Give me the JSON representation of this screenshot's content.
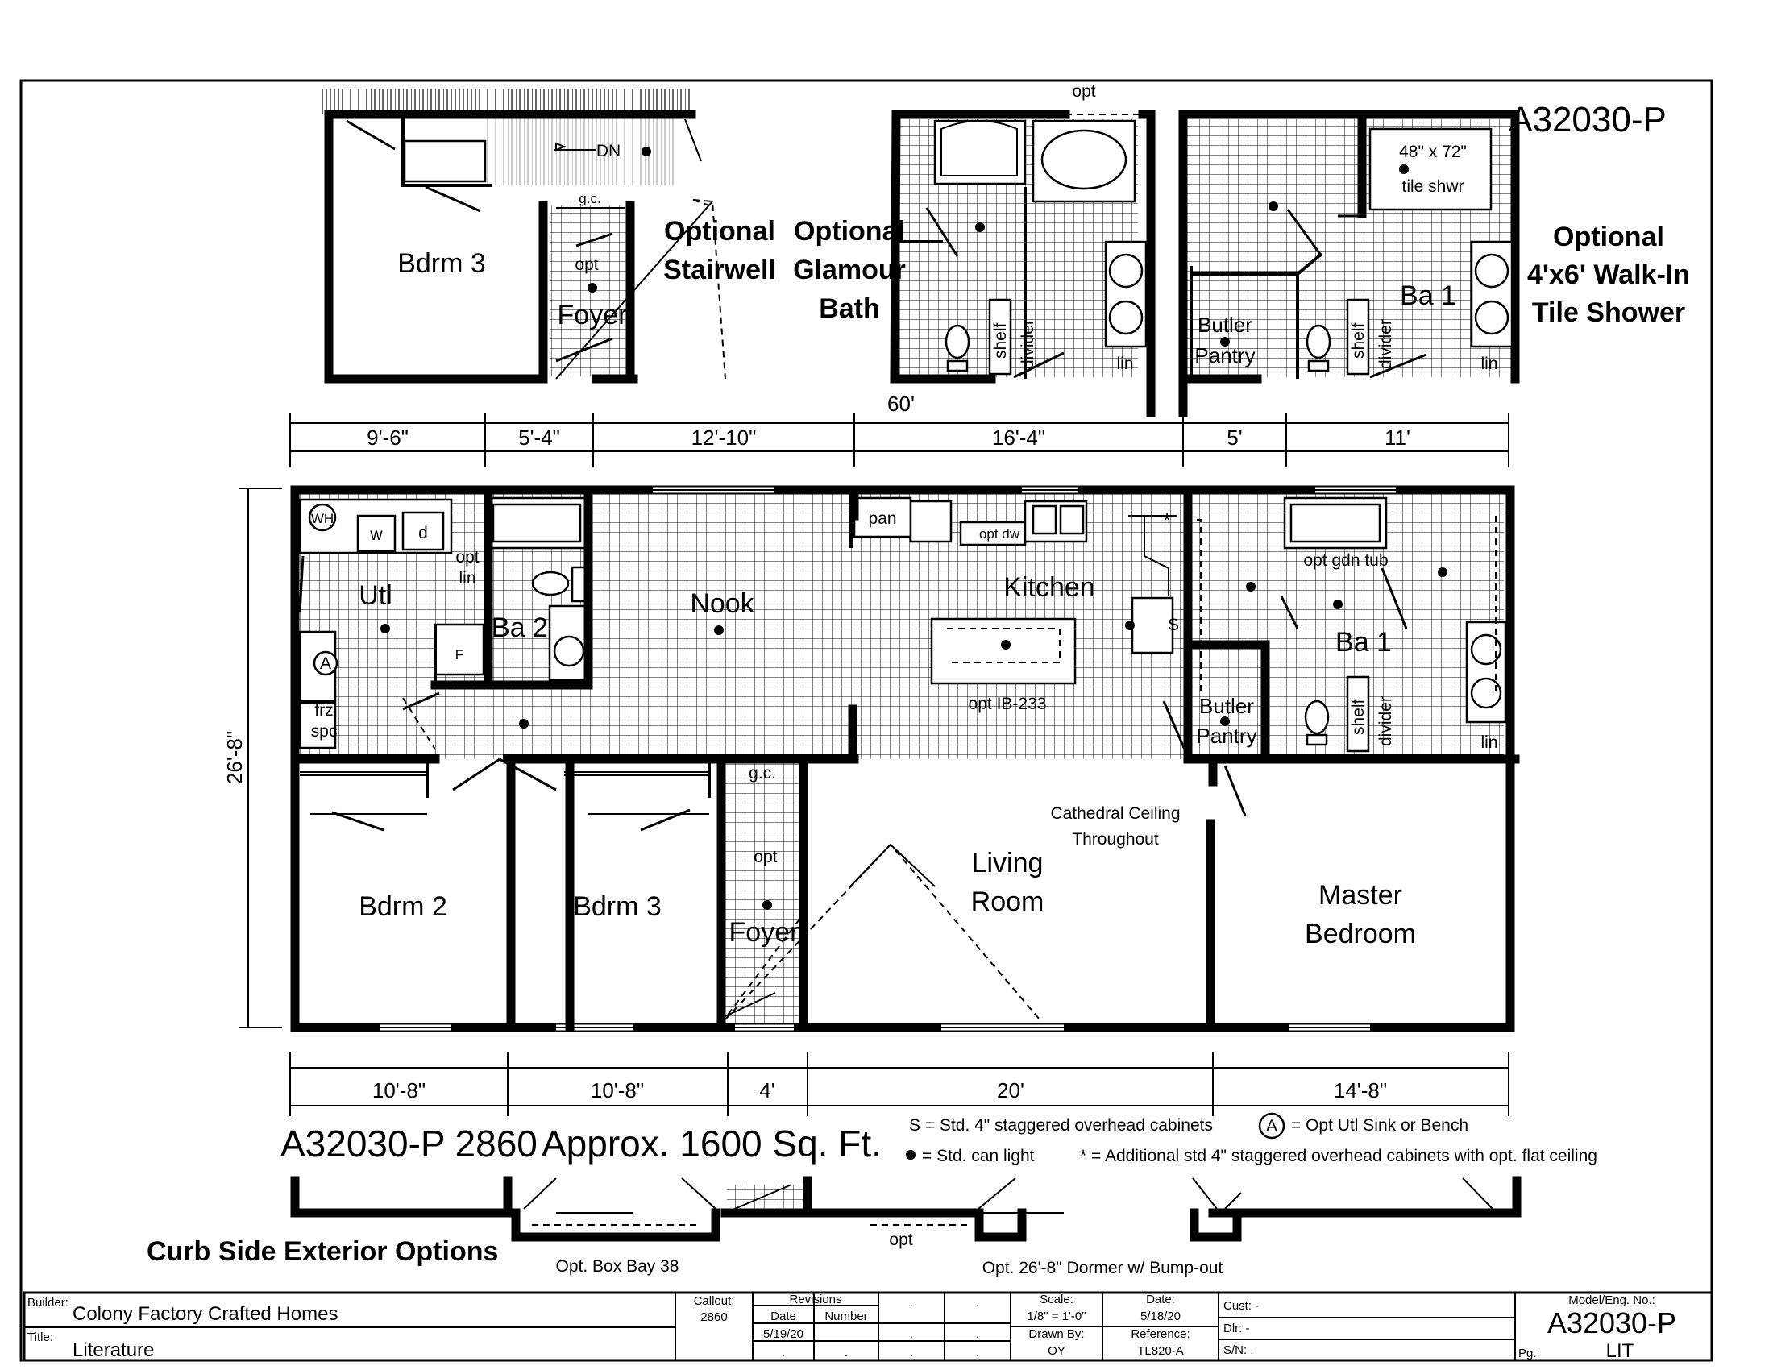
{
  "model_top": "A32030-P",
  "optional_labels": {
    "stairwell": [
      "Optional",
      "Stairwell"
    ],
    "glamour_bath": [
      "Optional",
      "Glamour",
      "Bath"
    ],
    "walkin_shower": [
      "Optional",
      "4'x6' Walk-In",
      "Tile Shower"
    ]
  },
  "inset_stair": {
    "bdrm": "Bdrm 3",
    "dn": "DN",
    "gc": "g.c.",
    "opt": "opt",
    "foyer": "Foyer"
  },
  "inset_glamour": {
    "opt_top": "opt",
    "shelf": "shelf",
    "divider": "divider",
    "lin": "lin",
    "dim": "60'"
  },
  "inset_shower": {
    "size": "48\" x 72\"",
    "shwr": "tile shwr",
    "ba": "Ba 1",
    "butler": "Butler",
    "pantry": "Pantry",
    "shelf": "shelf",
    "divider": "divider",
    "lin": "lin"
  },
  "dims_top": [
    "9'-6\"",
    "5'-4\"",
    "12'-10\"",
    "16'-4\"",
    "5'",
    "11'"
  ],
  "dim_side": "26'-8\"",
  "dims_bottom": [
    "10'-8\"",
    "10'-8\"",
    "4'",
    "20'",
    "14'-8\""
  ],
  "rooms": {
    "wh": "WH",
    "w": "w",
    "d": "d",
    "opt_lin": [
      "opt",
      "lin"
    ],
    "utl": "Utl",
    "ba2": "Ba 2",
    "f": "F",
    "a": "A",
    "frz": "frz",
    "spc": "spc",
    "nook": "Nook",
    "pan": "pan",
    "opt_dw": "opt dw",
    "kitchen": "Kitchen",
    "s": "S",
    "star": "*",
    "opt_ib": "opt IB-233",
    "opt_gdn_tub": "opt gdn tub",
    "ba1": "Ba 1",
    "butler": "Butler",
    "pantry": "Pantry",
    "shelf": "shelf",
    "divider": "divider",
    "lin": "lin",
    "cathedral": [
      "Cathedral Ceiling",
      "Throughout"
    ],
    "living": [
      "Living",
      "Room"
    ],
    "master": [
      "Master",
      "Bedroom"
    ],
    "bdrm2": "Bdrm 2",
    "bdrm3": "Bdrm 3",
    "gc": "g.c.",
    "opt": "opt",
    "foyer": "Foyer"
  },
  "model_line": "A32030-P 2860",
  "sqft": "Approx. 1600 Sq. Ft.",
  "legend": {
    "s": "S = Std. 4\" staggered overhead cabinets",
    "a": "= Opt Utl Sink or Bench",
    "a_glyph": "A",
    "dot": "= Std. can light",
    "star": "* = Additional std 4\" staggered overhead cabinets with opt. flat ceiling"
  },
  "exterior": {
    "title": "Curb Side Exterior Options",
    "box_bay": "Opt. Box Bay 38",
    "opt": "opt",
    "dormer": "Opt. 26'-8\" Dormer w/ Bump-out"
  },
  "title_block": {
    "builder_key": "Builder:",
    "builder": "Colony Factory Crafted Homes",
    "title_key": "Title:",
    "title": "Literature",
    "callout_key": "Callout:",
    "callout": "2860",
    "revisions": "Revisions",
    "date_key": "Date",
    "number_key": "Number",
    "rev_date": "5/19/20",
    "scale_key": "Scale:",
    "scale": "1/8\" = 1'-0\"",
    "date2_key": "Date:",
    "date2": "5/18/20",
    "drawn_key": "Drawn By:",
    "drawn": "OY",
    "ref_key": "Reference:",
    "ref": "TL820-A",
    "cust": "Cust: -",
    "dlr": "Dlr:   -",
    "sn": "S/N:  .",
    "model_key": "Model/Eng. No.:",
    "model": "A32030-P",
    "pg_key": "Pg.:",
    "pg": "LIT",
    "dot": "."
  }
}
